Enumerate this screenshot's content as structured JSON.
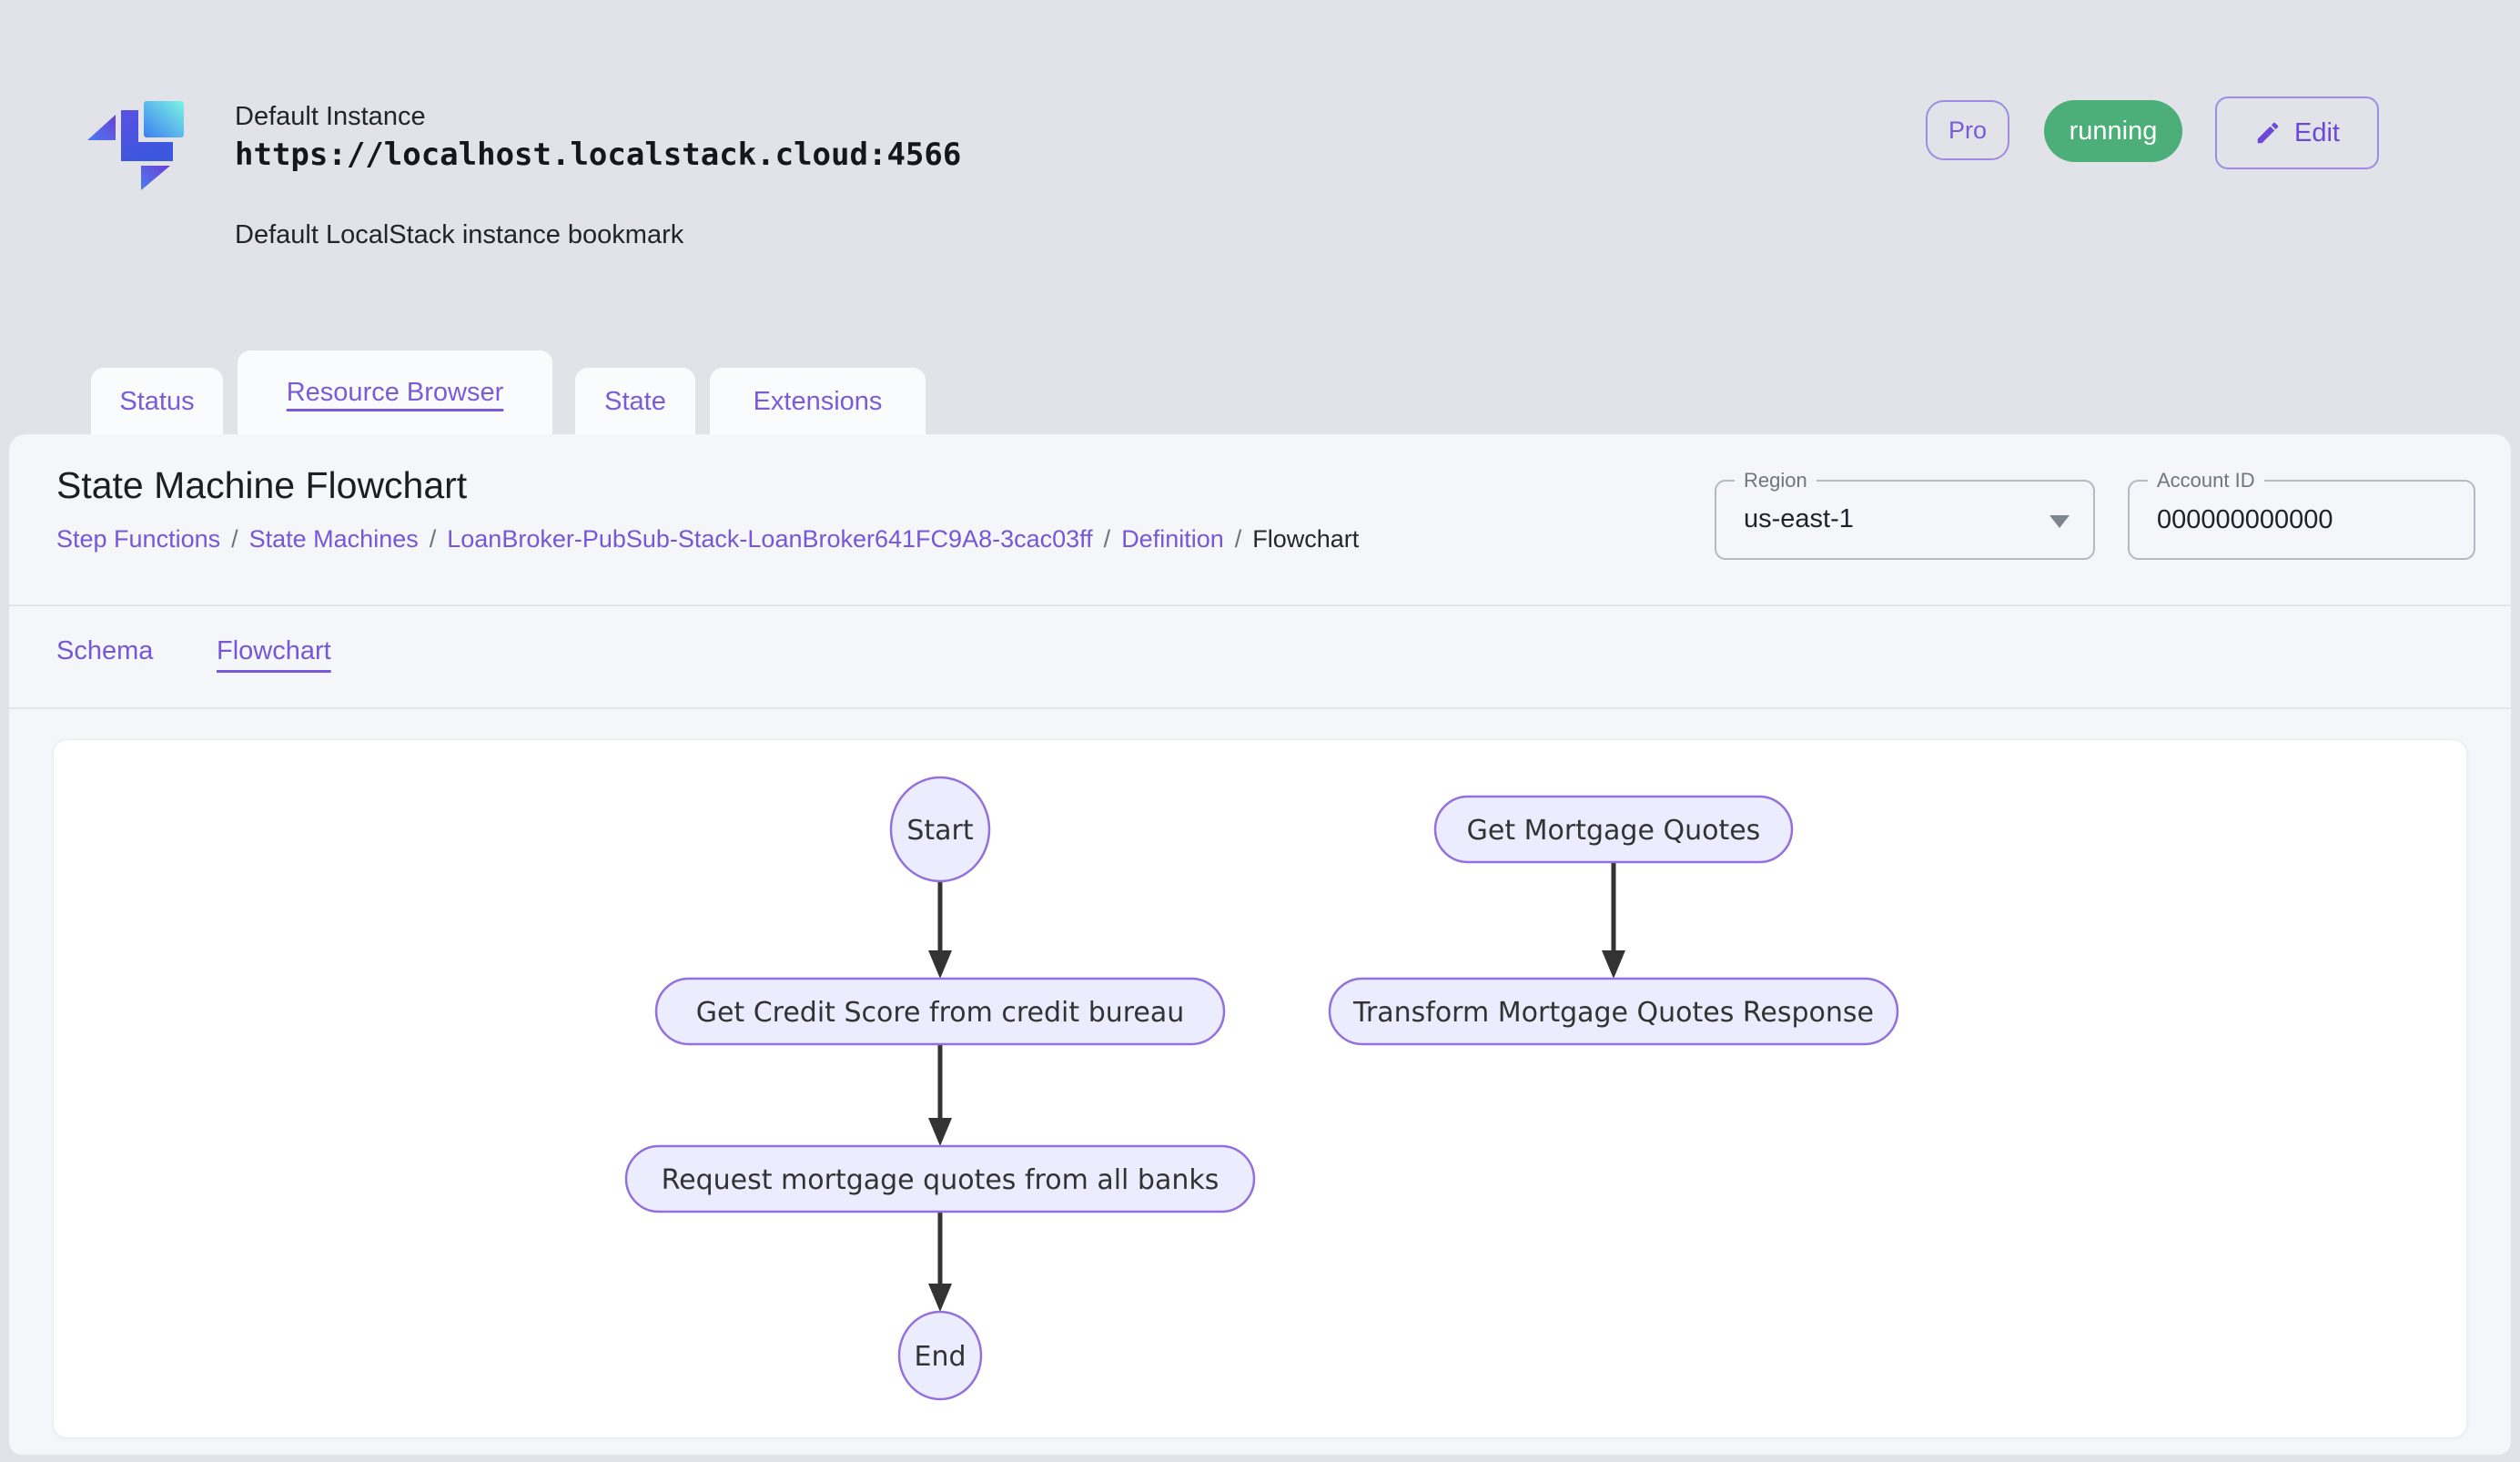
{
  "header": {
    "instance_name": "Default Instance",
    "instance_url": "https://localhost.localstack.cloud:4566",
    "instance_description": "Default LocalStack instance bookmark",
    "pro_badge": "Pro",
    "status_badge": "running",
    "edit_button": "Edit"
  },
  "tabs": {
    "items": [
      {
        "label": "Status",
        "active": false
      },
      {
        "label": "Resource Browser",
        "active": true
      },
      {
        "label": "State",
        "active": false
      },
      {
        "label": "Extensions",
        "active": false
      }
    ]
  },
  "page": {
    "title": "State Machine Flowchart",
    "breadcrumb": [
      {
        "label": "Step Functions",
        "link": true
      },
      {
        "label": "State Machines",
        "link": true
      },
      {
        "label": "LoanBroker-PubSub-Stack-LoanBroker641FC9A8-3cac03ff",
        "link": true
      },
      {
        "label": "Definition",
        "link": true
      },
      {
        "label": "Flowchart",
        "link": false
      }
    ],
    "breadcrumb_separator": "/"
  },
  "controls": {
    "region": {
      "label": "Region",
      "value": "us-east-1"
    },
    "account_id": {
      "label": "Account ID",
      "value": "000000000000"
    }
  },
  "subtabs": [
    {
      "label": "Schema",
      "active": false
    },
    {
      "label": "Flowchart",
      "active": true
    }
  ],
  "flowchart": {
    "nodes": {
      "start": {
        "label": "Start",
        "shape": "circle"
      },
      "get_credit_score": {
        "label": "Get Credit Score from credit bureau",
        "shape": "stadium"
      },
      "request_quotes": {
        "label": "Request mortgage quotes from all banks",
        "shape": "stadium"
      },
      "end": {
        "label": "End",
        "shape": "circle"
      },
      "get_mortgage_quotes": {
        "label": "Get Mortgage Quotes",
        "shape": "stadium"
      },
      "transform_response": {
        "label": "Transform Mortgage Quotes Response",
        "shape": "stadium"
      }
    },
    "edges": [
      {
        "from": "start",
        "to": "get_credit_score"
      },
      {
        "from": "get_credit_score",
        "to": "request_quotes"
      },
      {
        "from": "request_quotes",
        "to": "end"
      },
      {
        "from": "get_mortgage_quotes",
        "to": "transform_response"
      }
    ],
    "colors": {
      "node_fill": "#ECECFF",
      "node_border": "#9370DB",
      "arrow": "#333333",
      "text": "#333333"
    }
  },
  "colors": {
    "page_bg": "#E1E3E8",
    "panel_bg": "#F4F6F9",
    "tab_bg": "#FAFBFD",
    "card_bg": "#FFFFFF",
    "accent_purple": "#7A5CD8",
    "running_green": "#4CAF79"
  }
}
